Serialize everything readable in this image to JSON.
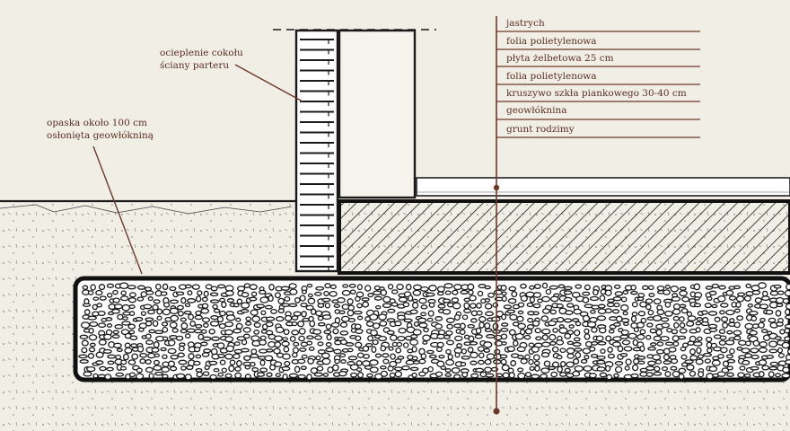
{
  "layers": [
    {
      "label": "jastrych"
    },
    {
      "label": "folia polietylenowa"
    },
    {
      "label": "płyta żelbetowa  25 cm"
    },
    {
      "label": "folia polietylenowa"
    },
    {
      "label": "kruszywo szkła piankowego  30-40 cm"
    },
    {
      "label": "geowłóknina"
    },
    {
      "label": "grunt rodzimy"
    }
  ],
  "annotations": {
    "insulation_line1": "ocieplenie cokołu",
    "insulation_line2": "ściany parteru",
    "band_line1": "opaska około 100 cm",
    "band_line2": "osłonięta geowłókniną"
  },
  "colors": {
    "background": "#f1eee6",
    "ink": "#1a1a1a",
    "leader": "#6b3a2a"
  }
}
